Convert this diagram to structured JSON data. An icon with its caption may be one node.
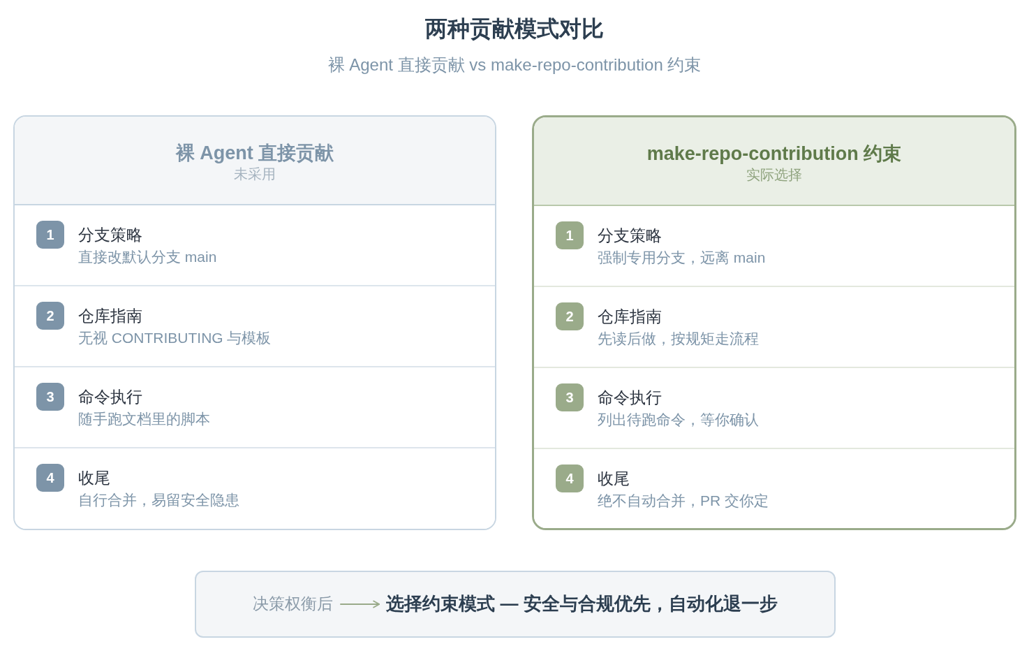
{
  "diagram": {
    "title": "两种贡献模式对比",
    "nodes": [
      {
        "text": [
          "裸 Agent 直接贡献",
          "未采用"
        ]
      },
      {
        "text": [
          "分支策略",
          "直接改默认分支 main"
        ],
        "in": 0
      },
      {
        "text": [
          "1"
        ],
        "in": 1
      },
      {
        "text": [
          "仓库指南",
          "无视 CONTRIBUTING 与模板"
        ],
        "in": 0
      },
      {
        "text": [
          "2"
        ],
        "in": 3
      },
      {
        "text": [
          "命令执行",
          "随手跑文档里的脚本"
        ],
        "in": 0
      },
      {
        "text": [
          "3"
        ],
        "in": 5
      },
      {
        "text": [
          "收尾",
          "自行合并，易留安全隐患"
        ],
        "in": 0
      },
      {
        "text": [
          "4"
        ],
        "in": 7
      },
      {
        "text": [
          "make-repo-contribution 约束",
          "实际选择"
        ]
      },
      {
        "text": [
          "分支策略",
          "强制专用分支，远离 main"
        ],
        "in": 9
      },
      {
        "text": [
          "1"
        ],
        "in": 10
      },
      {
        "text": [
          "仓库指南",
          "先读后做，按规矩走流程"
        ],
        "in": 9
      },
      {
        "text": [
          "2"
        ],
        "in": 12
      },
      {
        "text": [
          "命令执行",
          "列出待跑命令，等你确认"
        ],
        "in": 9
      },
      {
        "text": [
          "3"
        ],
        "in": 14
      },
      {
        "text": [
          "收尾",
          "绝不自动合并，PR 交你定"
        ],
        "in": 9
      },
      {
        "text": [
          "4"
        ],
        "in": 16
      },
      {
        "text": [],
        "shape": "box"
      },
      {
        "text": [
          "决策权衡后"
        ],
        "in": 18
      },
      {
        "text": [
          "选择约束模式 — 安全与合规优先，自动化退一步"
        ],
        "in": 18
      }
    ],
    "edges": [
      {
        "from": 19,
        "to": 20,
        "arrow": "to"
      }
    ],
    "labels": [
      "裸 Agent 直接贡献 vs make-repo-contribution 约束"
    ]
  }
}
